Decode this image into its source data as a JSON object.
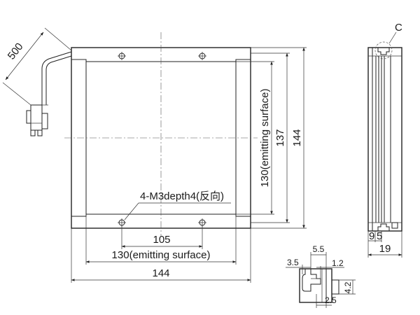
{
  "drawing": {
    "cable_length": "500",
    "screw_note": "4-M3depth4(反向)",
    "emitting_width": "130(emitting surface)",
    "hole_pitch_h": "105",
    "outer_width": "144",
    "emitting_height": "130(emitting surface)",
    "hole_pitch_v": "137",
    "outer_height": "144",
    "detail_label": "C",
    "side_dim_9": "9",
    "side_dim_5": "5",
    "side_dim_19": "19",
    "detail_dim_55": "5.5",
    "detail_dim_35": "3.5",
    "detail_dim_12": "1.2",
    "detail_dim_42": "4.2",
    "detail_dim_25": "2.5"
  }
}
